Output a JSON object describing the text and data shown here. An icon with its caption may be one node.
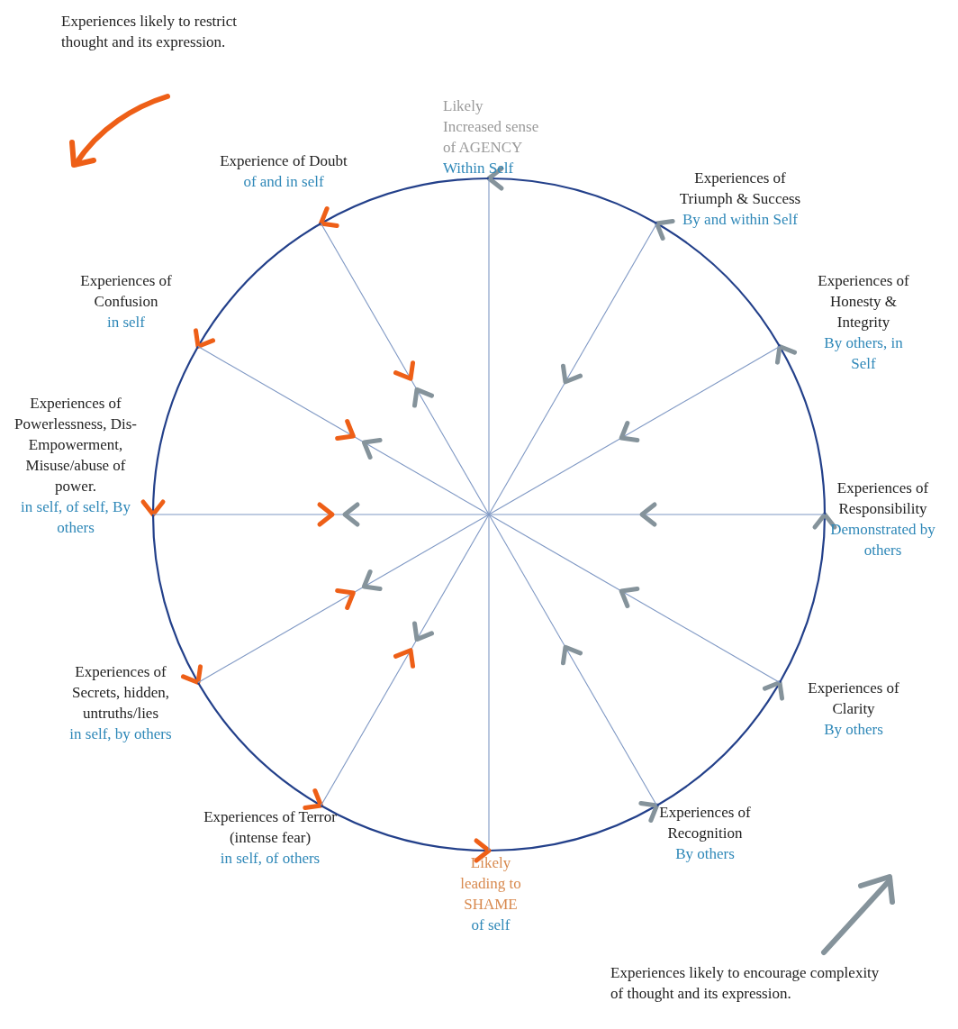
{
  "diagram": {
    "nodes": [
      {
        "text": [
          "Likely Increased sense of AGENCY",
          "Within Self"
        ]
      },
      {
        "text": [
          "Experiences of Triumph & Success",
          "By and within Self"
        ]
      },
      {
        "text": [
          "Experiences of Honesty & Integrity",
          "By others, in Self"
        ]
      },
      {
        "text": [
          "Experiences of Responsibility",
          "Demonstrated by others"
        ]
      },
      {
        "text": [
          "Experiences of Clarity",
          "By others"
        ]
      },
      {
        "text": [
          "Experiences of Recognition",
          "By others"
        ]
      },
      {
        "text": [
          "Likely leading to SHAME",
          "of self"
        ]
      },
      {
        "text": [
          "Experiences of Terror (intense fear)",
          "in self, of others"
        ]
      },
      {
        "text": [
          "Experiences of Secrets, hidden, untruths/lies",
          "in self, by others"
        ]
      },
      {
        "text": [
          "Experiences of Powerlessness, Dis-Empowerment, Misuse/abuse of power.",
          "in self, of self, By others"
        ]
      },
      {
        "text": [
          "Experiences of Confusion",
          "in self"
        ]
      },
      {
        "text": [
          "Experience of Doubt",
          "of and in self"
        ]
      }
    ],
    "edges": [
      {
        "from": 6,
        "to": 5,
        "arrow": "to"
      },
      {
        "from": 5,
        "to": 4,
        "arrow": "to"
      },
      {
        "from": 4,
        "to": 3,
        "arrow": "to"
      },
      {
        "from": 3,
        "to": 2,
        "arrow": "to"
      },
      {
        "from": 2,
        "to": 1,
        "arrow": "to"
      },
      {
        "from": 1,
        "to": 0,
        "arrow": "to"
      },
      {
        "from": 0,
        "to": 11,
        "arrow": "to"
      },
      {
        "from": 11,
        "to": 10,
        "arrow": "to"
      },
      {
        "from": 10,
        "to": 9,
        "arrow": "to"
      },
      {
        "from": 9,
        "to": 8,
        "arrow": "to"
      },
      {
        "from": 8,
        "to": 7,
        "arrow": "to"
      },
      {
        "from": 7,
        "to": 6,
        "arrow": "to"
      },
      {
        "from": 0,
        "to": null,
        "arrow": "none",
        "color": "#7f98c4"
      },
      {
        "from": 1,
        "to": null,
        "arrow": "to",
        "color": "#7f98c4"
      },
      {
        "from": 2,
        "to": null,
        "arrow": "to",
        "color": "#7f98c4"
      },
      {
        "from": 3,
        "to": null,
        "arrow": "to",
        "color": "#7f98c4"
      },
      {
        "from": 4,
        "to": null,
        "arrow": "to",
        "color": "#7f98c4"
      },
      {
        "from": 5,
        "to": null,
        "arrow": "to",
        "color": "#7f98c4"
      },
      {
        "from": 6,
        "to": null,
        "arrow": "none",
        "color": "#7f98c4"
      },
      {
        "from": 7,
        "to": null,
        "arrow": "to",
        "color": "#7f98c4"
      },
      {
        "from": 8,
        "to": null,
        "arrow": "to",
        "color": "#7f98c4"
      },
      {
        "from": 9,
        "to": null,
        "arrow": "to",
        "color": "#7f98c4"
      },
      {
        "from": 10,
        "to": null,
        "arrow": "to",
        "color": "#7f98c4"
      },
      {
        "from": 11,
        "to": null,
        "arrow": "to",
        "color": "#7f98c4"
      }
    ],
    "labels": [
      "Experiences likely to restrict thought and its expression.",
      "Experiences likely to encourage complexity of thought and its expression."
    ]
  }
}
